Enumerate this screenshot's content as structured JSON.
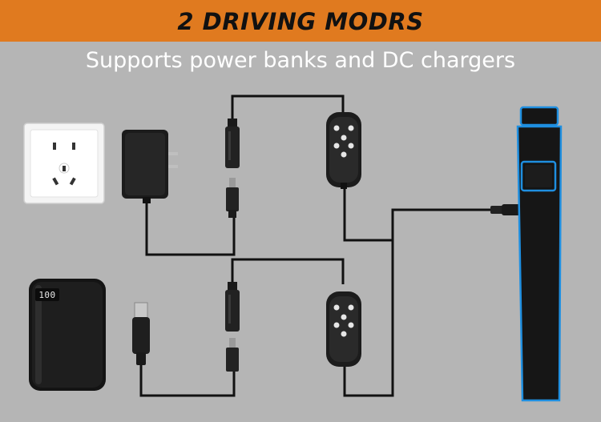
{
  "header": {
    "title": "2 DRIVING MODRS",
    "subtitle": "Supports power banks and DC chargers"
  },
  "power_bank": {
    "display_value": "100"
  },
  "colors": {
    "banner": "#e07a1f",
    "background": "#b5b5b5",
    "belt_trim": "#1f8fe0",
    "cable": "#111111"
  }
}
